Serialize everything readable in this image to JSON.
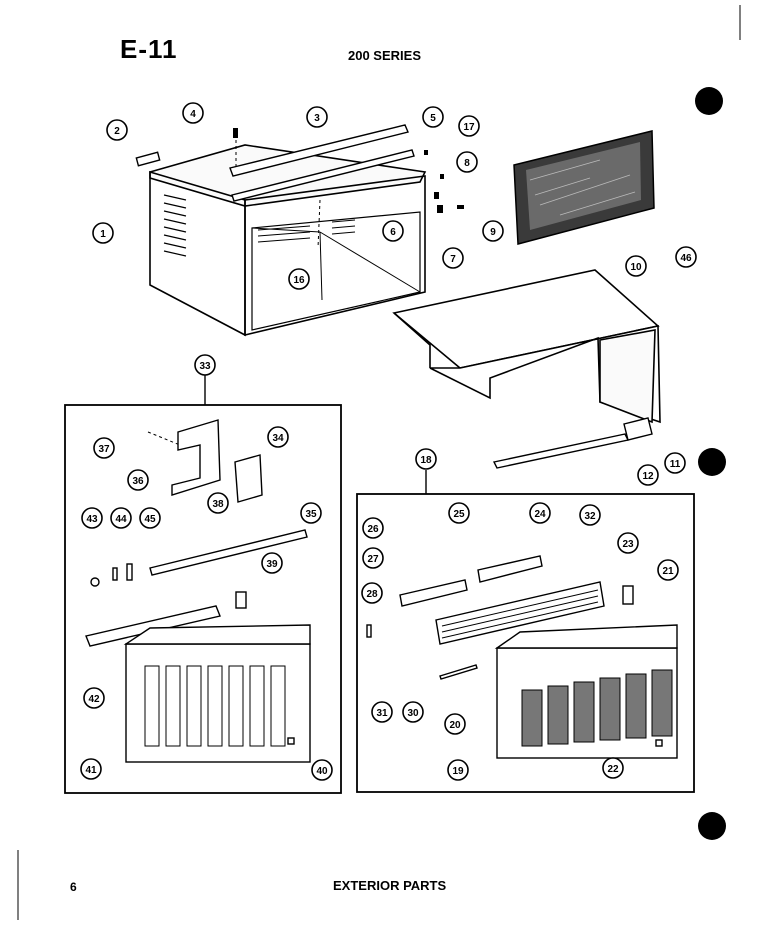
{
  "header": {
    "code": "E-11",
    "series": "200 SERIES"
  },
  "footer": {
    "page_number": "6",
    "title": "EXTERIOR PARTS"
  },
  "callouts": {
    "c1": "1",
    "c2": "2",
    "c3": "3",
    "c4": "4",
    "c5": "5",
    "c6": "6",
    "c7": "7",
    "c8": "8",
    "c9": "9",
    "c10": "10",
    "c11": "11",
    "c12": "12",
    "c16": "16",
    "c17": "17",
    "c18": "18",
    "c19": "19",
    "c20": "20",
    "c21": "21",
    "c22": "22",
    "c23": "23",
    "c24": "24",
    "c25": "25",
    "c26": "26",
    "c27": "27",
    "c28": "28",
    "c30": "30",
    "c31": "31",
    "c32": "32",
    "c33": "33",
    "c34": "34",
    "c35": "35",
    "c36": "36",
    "c37": "37",
    "c38": "38",
    "c39": "39",
    "c40": "40",
    "c41": "41",
    "c42": "42",
    "c43": "43",
    "c44": "44",
    "c45": "45",
    "c46": "46"
  }
}
